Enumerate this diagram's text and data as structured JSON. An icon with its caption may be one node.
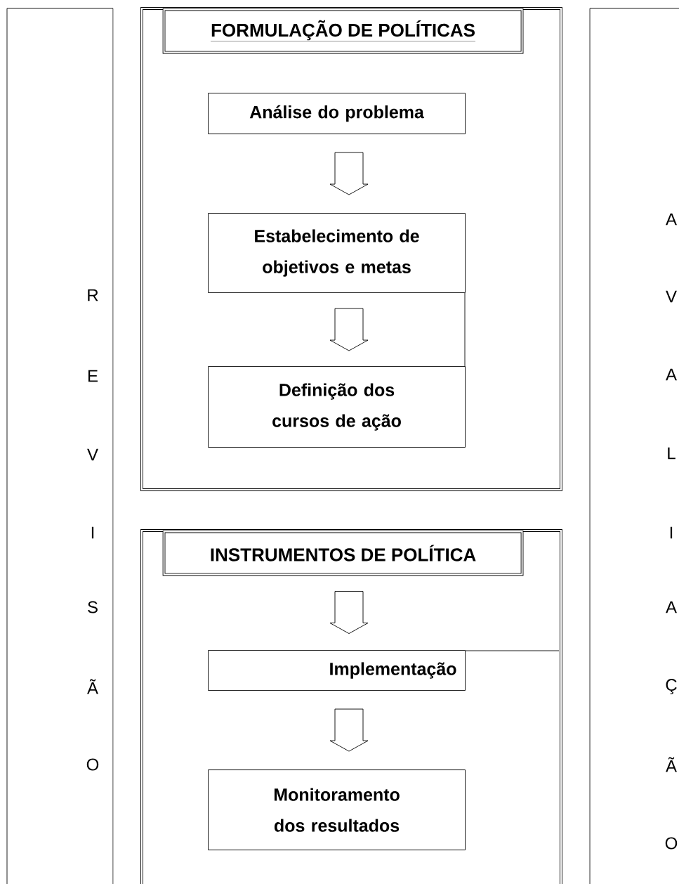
{
  "diagram": {
    "nodes": [
      {
        "text": [
          "R",
          "E",
          "V",
          "I",
          "S",
          "Ã",
          "O"
        ]
      },
      {
        "text": [],
        "shape": "box"
      },
      {
        "text": [
          "FORMULAÇÃO DE POLÍTICAS"
        ],
        "in": 1
      },
      {
        "text": [
          "Análise do problema"
        ],
        "in": 1
      },
      {
        "text": [
          "Estabelecimento de objetivos e metas"
        ],
        "in": 1
      },
      {
        "text": [
          "Definição dos cursos de ação"
        ],
        "in": 1
      },
      {
        "text": [],
        "shape": "box"
      },
      {
        "text": [
          "INSTRUMENTOS DE POLÍTICA"
        ],
        "in": 6
      },
      {
        "text": [
          "Implementação"
        ],
        "in": 6
      },
      {
        "text": [
          "Monitoramento dos resultados"
        ],
        "in": 6
      },
      {
        "text": [
          "A",
          "V",
          "A",
          "L",
          "I",
          "A",
          "Ç",
          "Ã",
          "O"
        ]
      }
    ],
    "edges": [
      {
        "from": 3,
        "to": 4,
        "arrow": "to"
      },
      {
        "from": 4,
        "to": 5,
        "arrow": "to"
      },
      {
        "from": 7,
        "to": 8,
        "arrow": "to"
      },
      {
        "from": 8,
        "to": 9,
        "arrow": "to"
      }
    ]
  }
}
